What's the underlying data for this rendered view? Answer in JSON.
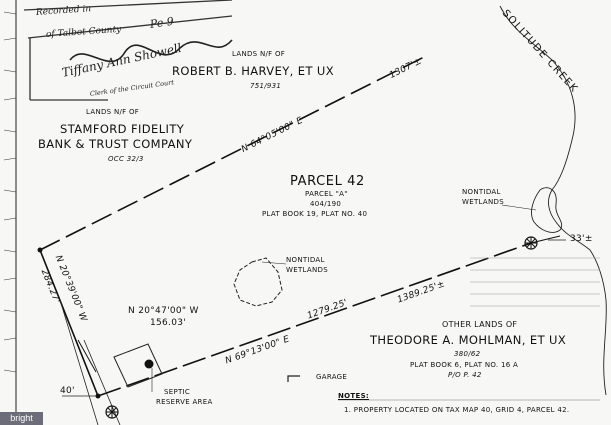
{
  "recording": {
    "line1": "Recorded in",
    "line2": "of Talbot County",
    "signature": "Tiffany Ann Showell",
    "stamp": "Clerk of the Circuit Court",
    "corner_scrawl": "Pe 9"
  },
  "parcels": {
    "harvey": {
      "prefix": "LANDS N/F OF",
      "name": "ROBERT B. HARVEY, et ux",
      "ref": "751/931"
    },
    "stamford": {
      "prefix": "LANDS N/F OF",
      "name1": "STAMFORD FIDELITY",
      "name2": "BANK & TRUST COMPANY",
      "ref": "OCC 32/3"
    },
    "parcel42": {
      "title": "PARCEL 42",
      "sub": "PARCEL \"A\"",
      "ref": "404/190",
      "plat": "PLAT BOOK 19, PLAT NO. 40"
    },
    "mohlman": {
      "prefix": "OTHER LANDS OF",
      "name": "THEODORE A. MOHLMAN, et ux",
      "ref": "380/62",
      "plat": "PLAT BOOK 6, PLAT NO. 16 A",
      "po": "P/O P. 42"
    }
  },
  "features": {
    "creek": "SOLITUDE CREEK",
    "nontidal1": {
      "l1": "NONTIDAL",
      "l2": "WETLANDS"
    },
    "nontidal2": {
      "l1": "NONTIDAL",
      "l2": "WETLANDS"
    },
    "septic": {
      "l1": "SEPTIC",
      "l2": "RESERVE AREA"
    },
    "garage": "GARAGE"
  },
  "bearings": {
    "north_line": "N 64°05'00\" E",
    "north_dist": "1307'±",
    "south_line": "N 69°13'00\" E",
    "south_seg1": "1279.25'",
    "south_seg2": "1389.25'±",
    "west_line": "N 20°39'00\" W",
    "west_dist": "284.27'",
    "inner_line": "N 20°47'00\" W",
    "inner_dist": "156.03'",
    "east_dist": "33'±",
    "road_width": "40'"
  },
  "notes": {
    "heading": "NOTES:",
    "item1": "1.   PROPERTY LOCATED ON TAX MAP 40, GRID 4, PARCEL 42."
  },
  "watermark": "bright MLS"
}
